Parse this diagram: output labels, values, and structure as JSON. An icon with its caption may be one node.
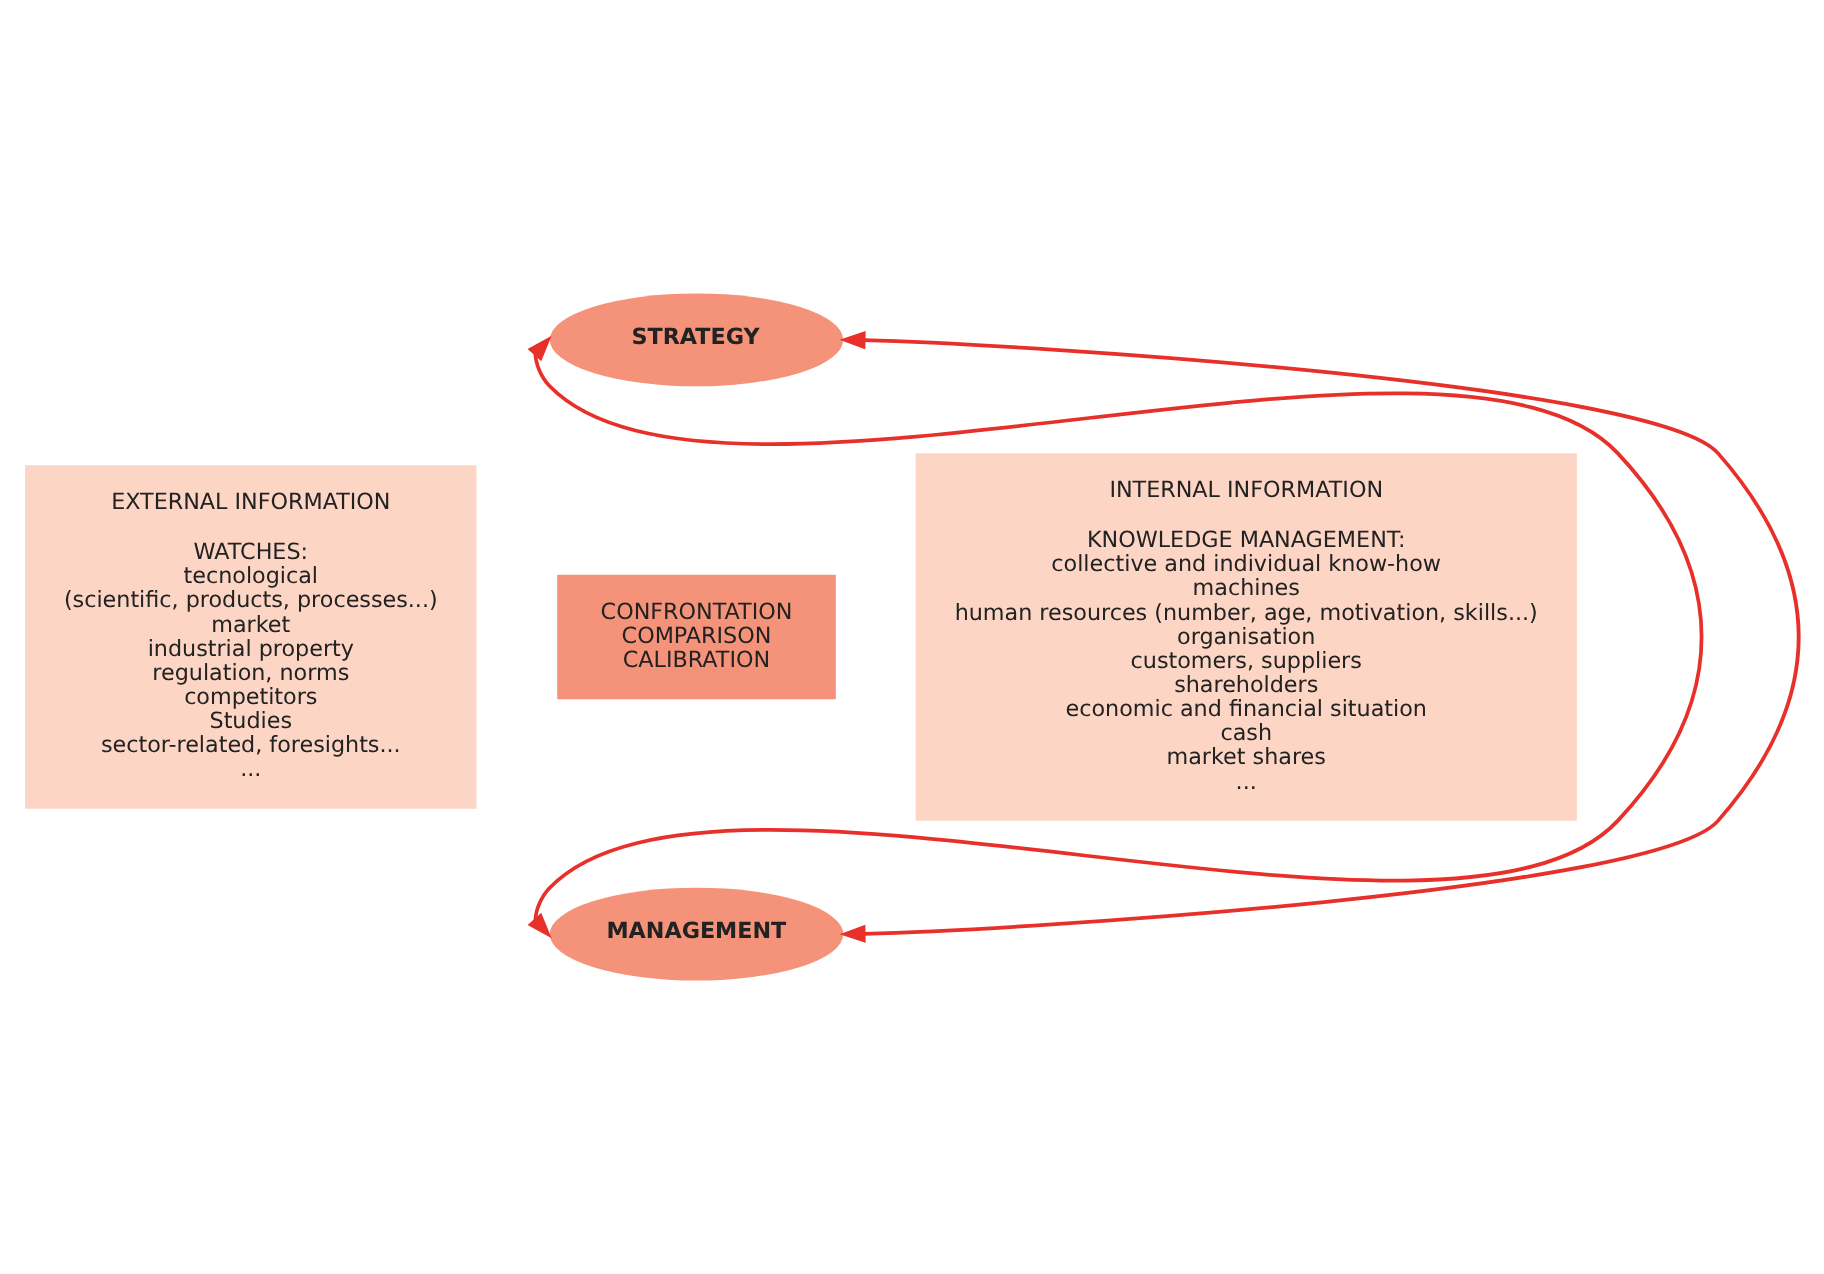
{
  "diagram": {
    "nodes": [
      {
        "text": [
          "STRATEGY"
        ]
      },
      {
        "text": [
          "EXTERNAL INFORMATION",
          "WATCHES:",
          "tecnological",
          "(scientific, products, processes...)",
          "market",
          "industrial property",
          "regulation, norms",
          "competitors",
          "Studies",
          "sector-related, foresights...",
          "..."
        ]
      },
      {
        "text": [
          "CONFRONTATION",
          "COMPARISON",
          "CALIBRATION"
        ]
      },
      {
        "text": [
          "INTERNAL INFORMATION",
          "KNOWLEDGE MANAGEMENT:",
          "collective and individual know-how",
          "machines",
          "human resources (number, age, motivation, skills...)",
          "organisation",
          "customers, suppliers",
          "shareholders",
          "economic and financial situation",
          "cash",
          "market shares",
          "..."
        ]
      },
      {
        "text": [
          "MANAGEMENT"
        ]
      }
    ],
    "edges": [
      {
        "from": 0,
        "to": 4,
        "arrow": "both"
      },
      {
        "from": 0,
        "to": 4,
        "arrow": "both"
      }
    ]
  }
}
